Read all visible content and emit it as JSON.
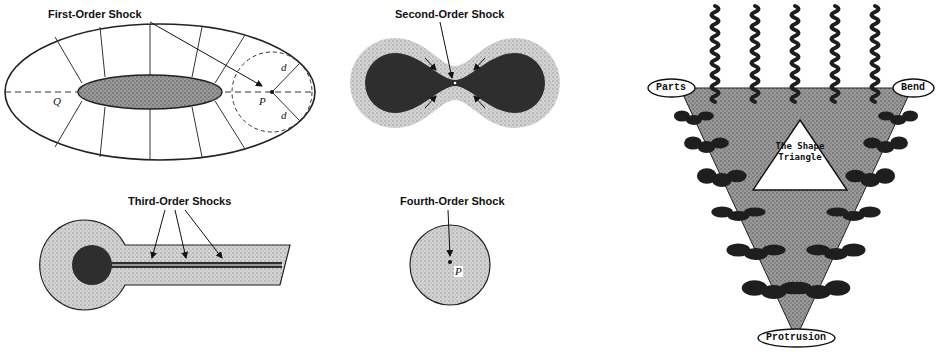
{
  "diagram": {
    "nodes": [
      {
        "text": [
          "Parts"
        ]
      },
      {
        "text": [
          "Bend"
        ]
      },
      {
        "text": [
          "The Shape Triangle"
        ]
      },
      {
        "text": [
          "Protrusion"
        ]
      }
    ],
    "labels": [
      "First-Order Shock",
      "Q",
      "d",
      "P",
      "d",
      "Second-Order Shock",
      "Third-Order Shocks",
      "Fourth-Order Shock",
      "P"
    ]
  }
}
